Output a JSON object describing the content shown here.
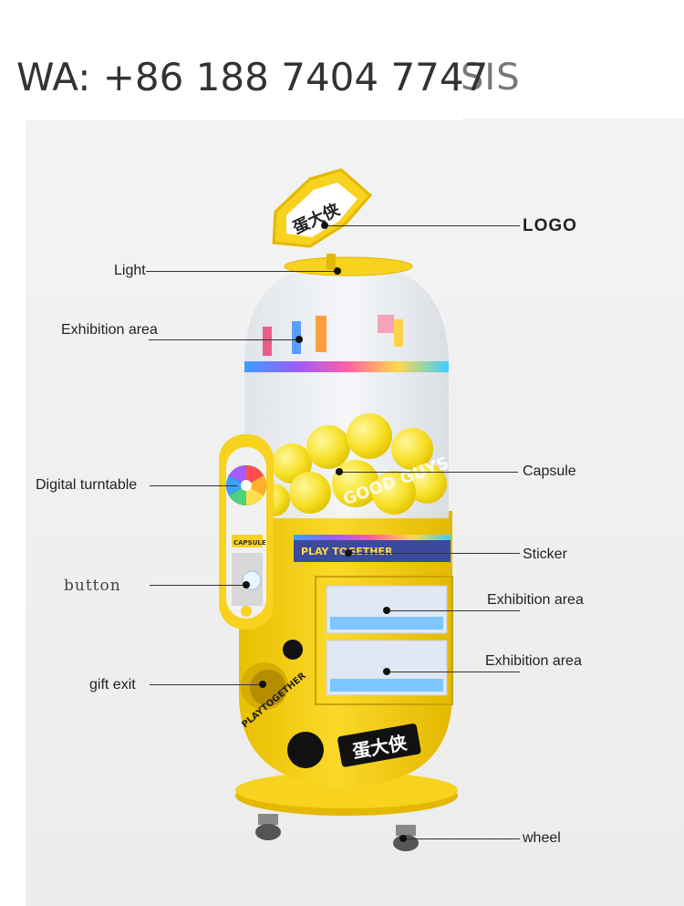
{
  "header": {
    "contact": "WA:  +86 188 7404 7747",
    "heading_tail": "SIS"
  },
  "machine": {
    "logo_text": "蛋大侠",
    "base_logo_text": "蛋大侠",
    "capsule_window_label": "CAPSULE",
    "dome_brand": "GOOD GUYS",
    "side_slogan": "PLAYTOGETHER",
    "band_text": "PLAY TOGETHER"
  },
  "callouts": {
    "logo": "LOGO",
    "light": "Light",
    "exhibition_top": "Exhibition area",
    "digital_turntable": "Digital turntable",
    "capsule": "Capsule",
    "sticker": "Sticker",
    "button": "button",
    "exhibition_mid": "Exhibition area",
    "exhibition_low": "Exhibition area",
    "gift_exit": "gift exit",
    "wheel": "wheel"
  },
  "colors": {
    "yellow": "#f7d21e",
    "yellow_dark": "#e3b800",
    "black": "#111111"
  }
}
